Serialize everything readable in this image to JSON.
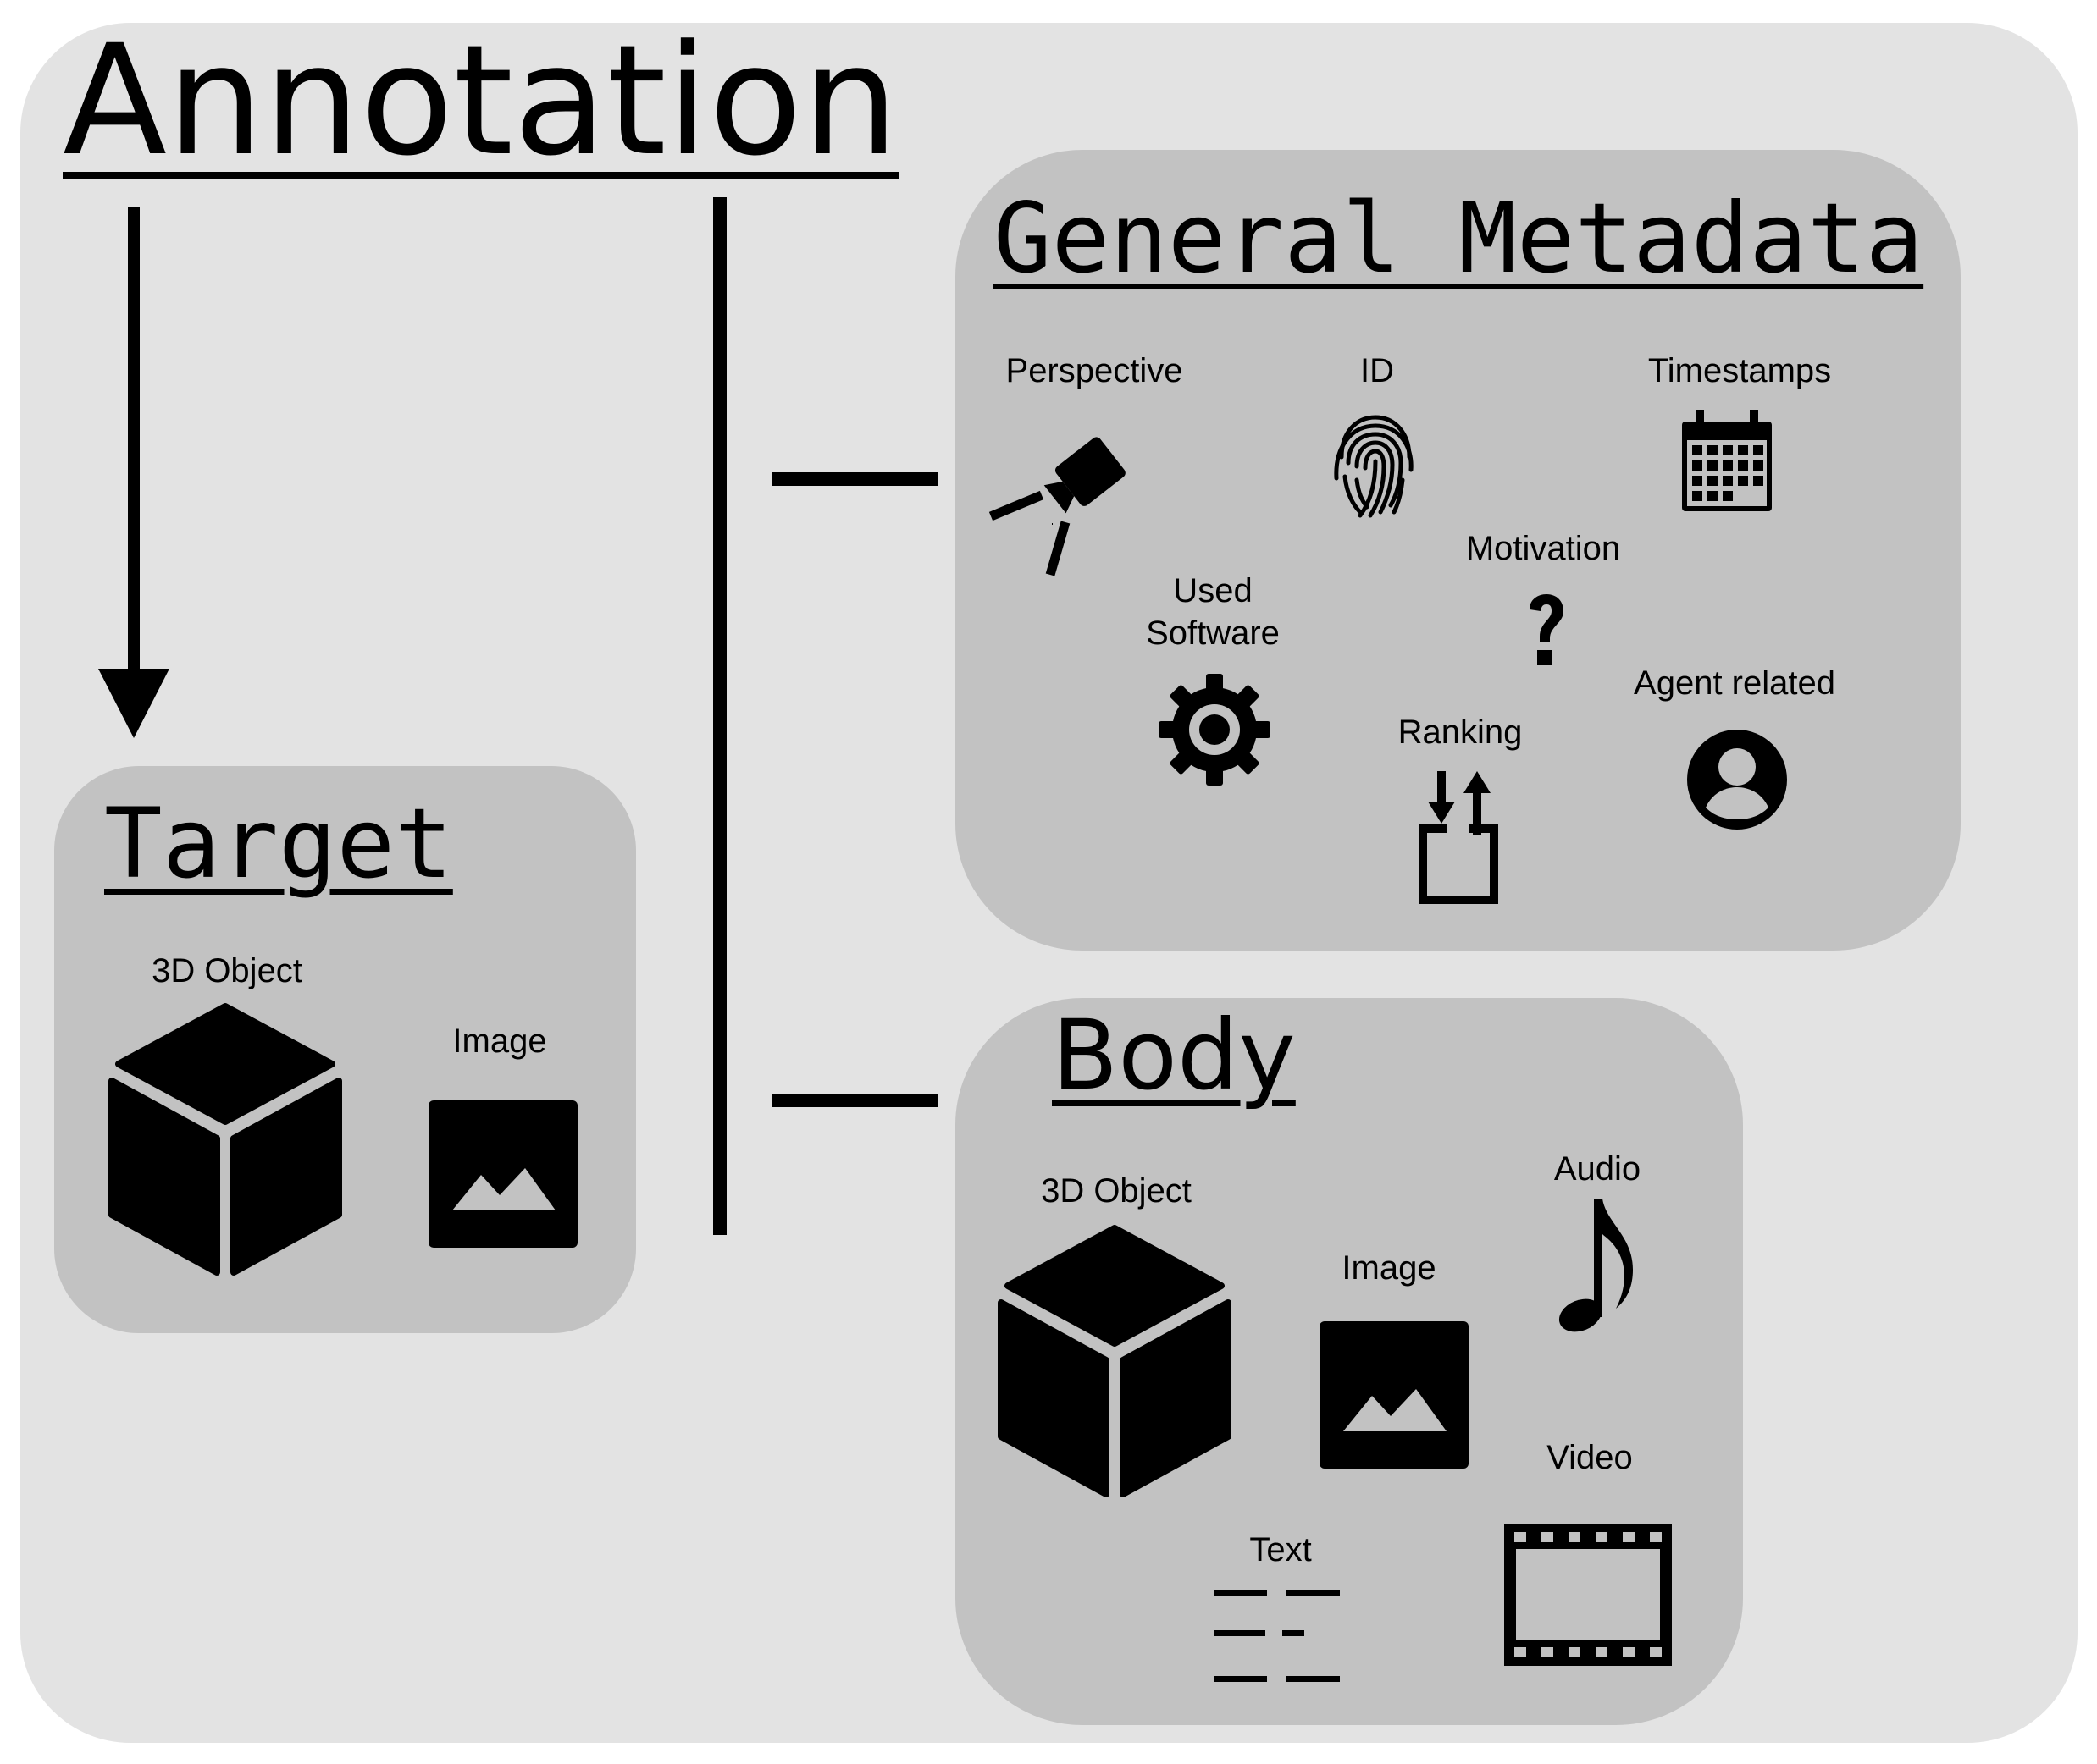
{
  "title": "Annotation",
  "general_metadata": {
    "title": "General Metadata",
    "items": {
      "perspective": "Perspective",
      "id": "ID",
      "timestamps": "Timestamps",
      "motivation": "Motivation",
      "used_software_line1": "Used",
      "used_software_line2": "Software",
      "ranking": "Ranking",
      "agent_related": "Agent related"
    }
  },
  "target": {
    "title": "Target",
    "items": {
      "object3d": "3D Object",
      "image": "Image"
    }
  },
  "body": {
    "title": "Body",
    "items": {
      "object3d": "3D Object",
      "image": "Image",
      "audio": "Audio",
      "video": "Video",
      "text": "Text"
    }
  },
  "icons": {
    "perspective": "camera-tripod-icon",
    "id": "fingerprint-icon",
    "timestamps": "calendar-icon",
    "motivation": "question-mark-icon",
    "used_software": "gear-icon",
    "ranking": "ranking-arrows-box-icon",
    "agent_related": "user-avatar-icon",
    "object3d": "cube-icon",
    "image": "image-icon",
    "audio": "music-note-icon",
    "video": "film-strip-icon",
    "text": "text-lines-icon"
  }
}
